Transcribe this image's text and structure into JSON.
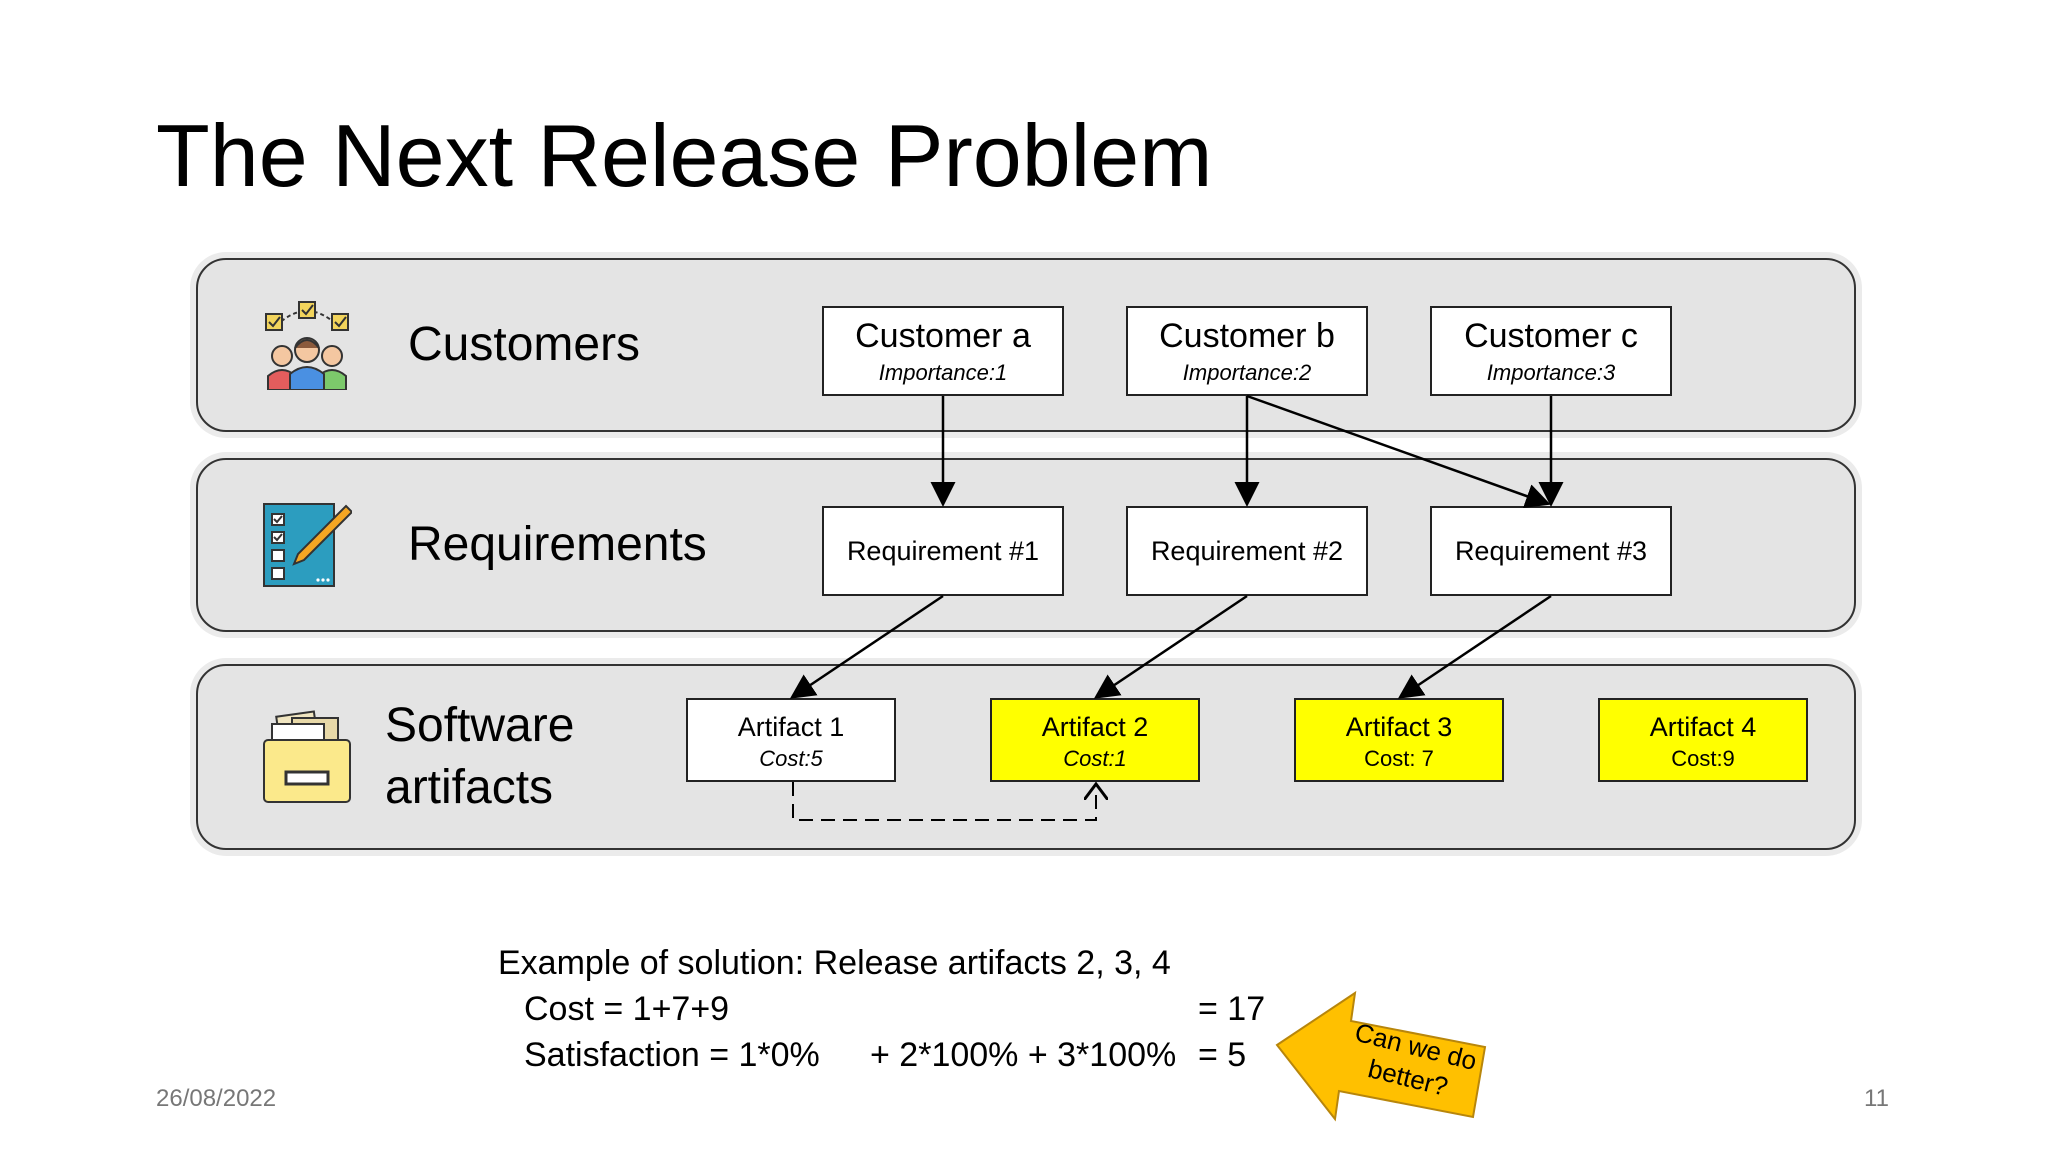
{
  "title": "The Next Release Problem",
  "lanes": {
    "customers": "Customers",
    "requirements": "Requirements",
    "artifacts_line1": "Software",
    "artifacts_line2": "artifacts"
  },
  "customers": [
    {
      "name": "Customer a",
      "importance": "Importance:1"
    },
    {
      "name": "Customer b",
      "importance": "Importance:2"
    },
    {
      "name": "Customer c",
      "importance": "Importance:3"
    }
  ],
  "requirements": [
    {
      "name": "Requirement #1"
    },
    {
      "name": "Requirement #2"
    },
    {
      "name": "Requirement #3"
    }
  ],
  "artifacts": [
    {
      "name": "Artifact 1",
      "cost": "Cost:5",
      "selected": false
    },
    {
      "name": "Artifact 2",
      "cost": "Cost:1",
      "selected": true
    },
    {
      "name": "Artifact 3",
      "cost": "Cost: 7",
      "selected": true
    },
    {
      "name": "Artifact 4",
      "cost": "Cost:9",
      "selected": true
    }
  ],
  "solution": {
    "heading": "Example of solution: Release artifacts 2, 3, 4",
    "cost_label": "Cost = 1+7+9",
    "cost_result": "= 17",
    "satisfaction_label": "Satisfaction = 1*0%",
    "satisfaction_terms": "+ 2*100% + 3*100%",
    "satisfaction_result": "= 5"
  },
  "callout": "Can we do better?",
  "footer": {
    "date": "26/08/2022",
    "page": "11"
  },
  "colors": {
    "selected_artifact": "#ffff00",
    "lane_background": "#e4e4e4",
    "callout_fill": "#ffc000"
  },
  "icons": {
    "customers": "people-checklist-icon",
    "requirements": "clipboard-pencil-icon",
    "artifacts": "file-drawer-icon"
  }
}
